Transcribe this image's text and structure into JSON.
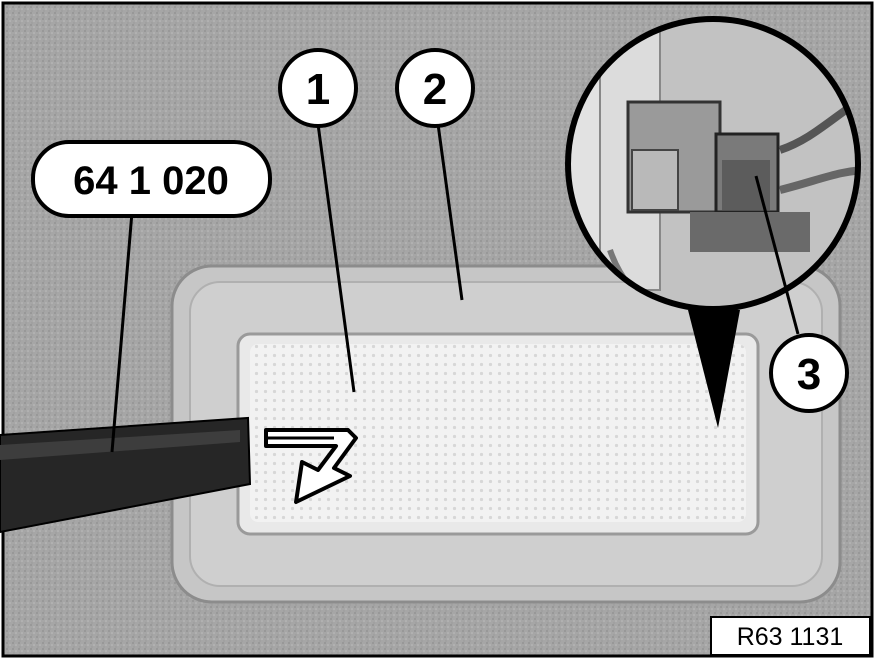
{
  "figure": {
    "tool_label": "64 1 020",
    "callouts": [
      {
        "number": "1",
        "part": "lens"
      },
      {
        "number": "2",
        "part": "lamp-housing"
      },
      {
        "number": "3",
        "part": "connector"
      }
    ],
    "reference_code": "R63 1131"
  },
  "colors": {
    "background": "#a8a8a8",
    "housing": "#c9c9c9",
    "lens": "#f1f1f1",
    "tool": "#2a2a2a",
    "outline": "#000000"
  }
}
